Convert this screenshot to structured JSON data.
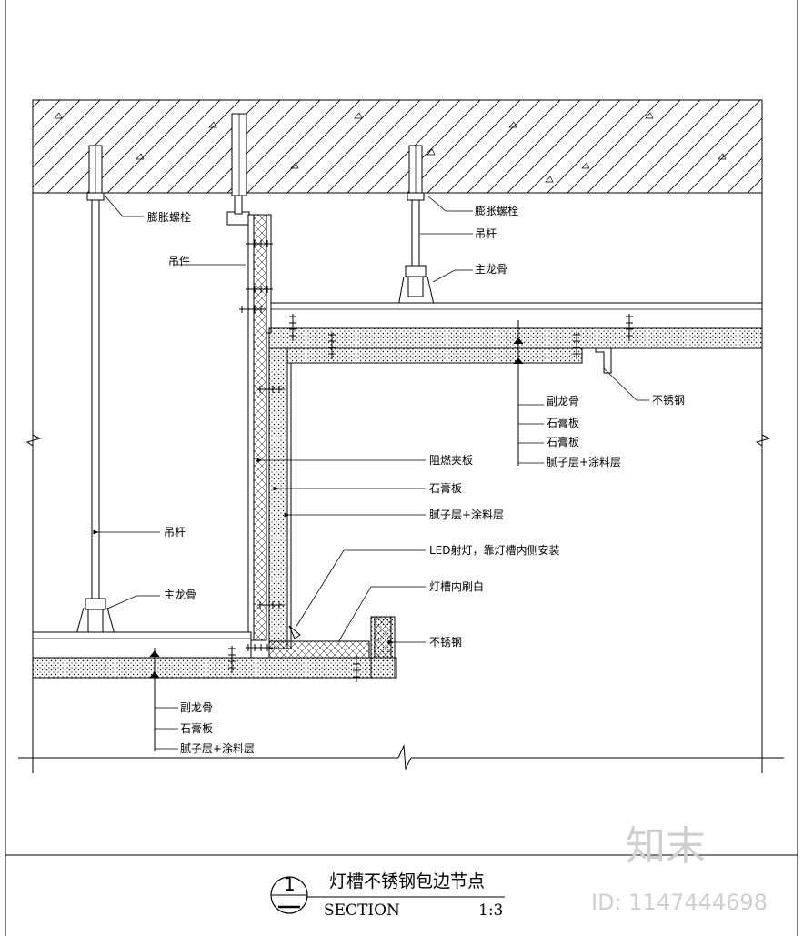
{
  "labels": {
    "expansion_bolt_left": "膨胀螺栓",
    "hanger_part": "吊件",
    "hanger_rod_left": "吊杆",
    "main_keel_left": "主龙骨",
    "sub_keel_left": "副龙骨",
    "gypsum_left": "石膏板",
    "putty_left": "腻子层+涂料层",
    "expansion_bolt_right": "膨胀螺栓",
    "hanger_rod_right": "吊杆",
    "main_keel_right": "主龙骨",
    "stainless_top": "不锈钢",
    "sub_keel_right": "副龙骨",
    "gypsum_right_1": "石膏板",
    "gypsum_right_2": "石膏板",
    "putty_right": "腻子层+涂料层",
    "fire_board": "阻燃夹板",
    "gypsum_mid": "石膏板",
    "putty_mid": "腻子层+涂料层",
    "led_light": "LED射灯，靠灯槽内侧安装",
    "slot_white": "灯槽内刷白",
    "stainless_bottom": "不锈钢"
  },
  "title": {
    "number": "1",
    "name": "灯槽不锈钢包边节点",
    "section": "SECTION",
    "scale": "1:3"
  },
  "watermark": {
    "logo": "知末",
    "id": "ID: 1147444698"
  }
}
